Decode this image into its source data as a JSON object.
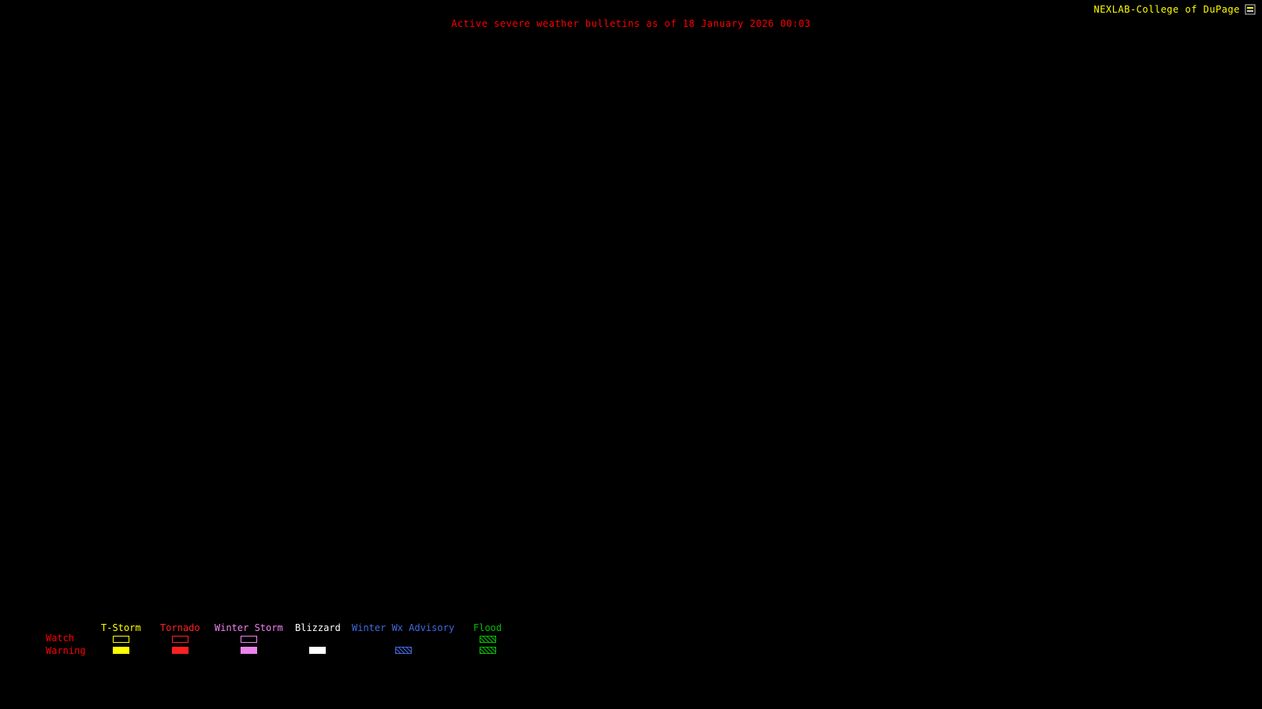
{
  "header": {
    "brand": "NEXLAB-College of DuPage",
    "title": "Active severe weather bulletins as of 18 January 2026 00:03"
  },
  "colors": {
    "background": "#000000",
    "brand_text": "#ffff00",
    "title_text": "#ff0000",
    "row_label_text": "#ff0000"
  },
  "legend": {
    "row_labels": {
      "watch": "Watch",
      "warning": "Warning"
    },
    "columns": [
      {
        "label": "T-Storm",
        "color": "#ffff00",
        "watch": "outline",
        "warning": "solid"
      },
      {
        "label": "Tornado",
        "color": "#ff2020",
        "watch": "outline",
        "warning": "solid"
      },
      {
        "label": "Winter Storm",
        "color": "#ee82ee",
        "watch": "outline",
        "warning": "solid"
      },
      {
        "label": "Blizzard",
        "color": "#ffffff",
        "watch": "none",
        "warning": "solid"
      },
      {
        "label": "Winter Wx Advisory",
        "color": "#4169e1",
        "watch": "none",
        "warning": "hatch"
      },
      {
        "label": "Flood",
        "color": "#00c000",
        "watch": "hatch",
        "warning": "hatch"
      }
    ]
  }
}
